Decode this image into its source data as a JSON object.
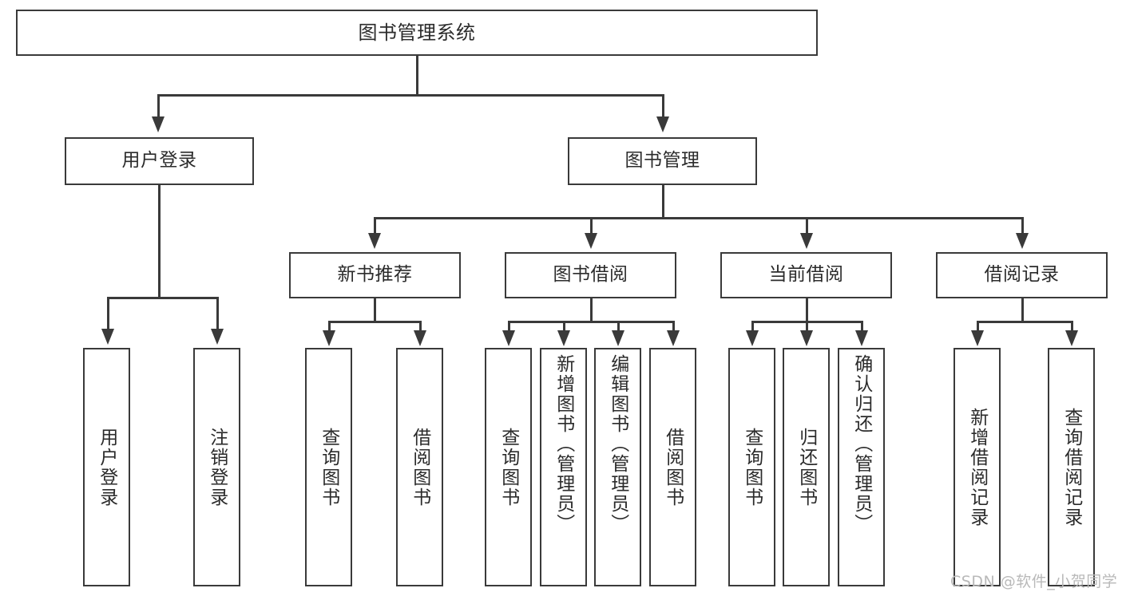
{
  "diagram": {
    "type": "tree-hierarchy",
    "title": "图书管理系统",
    "watermark": "CSDN @软件_小贺同学",
    "colors": {
      "stroke": "#3a3a3a",
      "fill": "#ffffff",
      "text": "#2b2b2b",
      "watermark": "#b9b9b9"
    },
    "levels": {
      "root": {
        "label": "图书管理系统"
      },
      "level2": [
        {
          "label": "用户登录"
        },
        {
          "label": "图书管理"
        }
      ],
      "level3": [
        {
          "label": "新书推荐"
        },
        {
          "label": "图书借阅"
        },
        {
          "label": "当前借阅"
        },
        {
          "label": "借阅记录"
        }
      ],
      "leaves": {
        "用户登录": [
          {
            "label": "用户登录"
          },
          {
            "label": "注销登录"
          }
        ],
        "新书推荐": [
          {
            "label": "查询图书"
          },
          {
            "label": "借阅图书"
          }
        ],
        "图书借阅": [
          {
            "label": "查询图书"
          },
          {
            "label": "新增图书（管理员）"
          },
          {
            "label": "编辑图书（管理员）"
          },
          {
            "label": "借阅图书"
          }
        ],
        "当前借阅": [
          {
            "label": "查询图书"
          },
          {
            "label": "归还图书"
          },
          {
            "label": "确认归还（管理员）"
          }
        ],
        "借阅记录": [
          {
            "label": "新增借阅记录"
          },
          {
            "label": "查询借阅记录"
          }
        ]
      }
    },
    "nodes": {
      "root": "图书管理系统",
      "n_user_login": "用户登录",
      "n_book_mgmt": "图书管理",
      "n_new_book_rec": "新书推荐",
      "n_book_borrow": "图书借阅",
      "n_current_borrow": "当前借阅",
      "n_borrow_record": "借阅记录",
      "l_user_login": "用户登录",
      "l_logout": "注销登录",
      "l_query_book_1": "查询图书",
      "l_borrow_book_1": "借阅图书",
      "l_query_book_2": "查询图书",
      "l_add_book": "新增图书（管理员）",
      "l_edit_book": "编辑图书（管理员）",
      "l_borrow_book_2": "借阅图书",
      "l_query_book_3": "查询图书",
      "l_return_book": "归还图书",
      "l_confirm_return": "确认归还（管理员）",
      "l_add_record": "新增借阅记录",
      "l_query_record": "查询借阅记录"
    }
  }
}
